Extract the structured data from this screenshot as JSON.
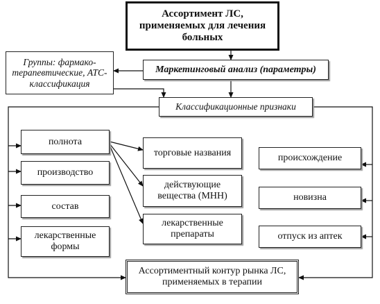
{
  "diagram": {
    "title": "Ассортимент ЛС, применяемых для лечения больных",
    "marketing": "Маркетинговый анализ (параметры)",
    "groups": "Группы: фармако-терапевтические, АТС-классификация",
    "classification": "Классификационные признаки",
    "left_items": [
      {
        "label": "полнота"
      },
      {
        "label": "производство"
      },
      {
        "label": "состав"
      },
      {
        "label": "лекарственные формы"
      }
    ],
    "middle_items": [
      {
        "label": "торговые названия"
      },
      {
        "label": "действующие вещества (МНН)"
      },
      {
        "label": "лекарственные препараты"
      }
    ],
    "right_items": [
      {
        "label": "происхождение"
      },
      {
        "label": "новизна"
      },
      {
        "label": "отпуск из аптек"
      }
    ],
    "result": "Ассортиментный контур рынка ЛС, применяемых в терапии"
  }
}
